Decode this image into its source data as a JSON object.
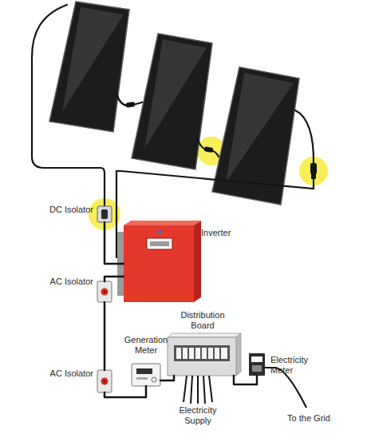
{
  "diagram": {
    "nodes": [
      {
        "text": [
          "DC Isolator"
        ]
      },
      {
        "text": [
          "Inverter"
        ]
      },
      {
        "text": [
          "AC Isolator"
        ]
      },
      {
        "text": [
          "Distribution Board"
        ]
      },
      {
        "text": [
          "Generation Meter"
        ]
      },
      {
        "text": [
          "Electricity Meter"
        ]
      },
      {
        "text": [
          "AC Isolator"
        ]
      }
    ],
    "edges": [
      {
        "from": 0,
        "to": 1,
        "arrow": "none"
      },
      {
        "from": 1,
        "to": 2,
        "arrow": "none"
      },
      {
        "from": 2,
        "to": 6,
        "arrow": "none"
      },
      {
        "from": 6,
        "to": 4,
        "arrow": "none"
      },
      {
        "from": 4,
        "to": 3,
        "arrow": "none"
      },
      {
        "from": 3,
        "to": 5,
        "arrow": "none"
      }
    ],
    "labels": [
      "Electricity Supply",
      "To the Grid"
    ]
  }
}
